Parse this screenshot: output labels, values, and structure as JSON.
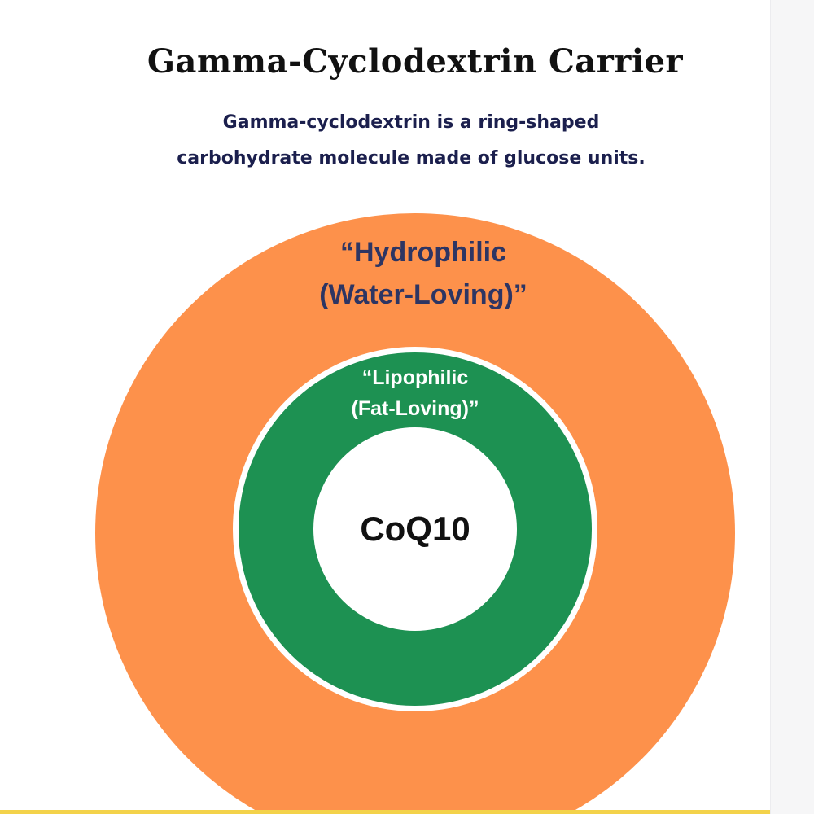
{
  "header": {
    "title": "Gamma-Cyclodextrin Carrier",
    "subtitle_line1": "Gamma-cyclodextrin is a ring-shaped",
    "subtitle_line2": "carbohydrate molecule made of glucose units."
  },
  "diagram": {
    "outer_ring": {
      "label_line1": "“Hydrophilic",
      "label_line2": "(Water-Loving)”",
      "color": "#fd914b"
    },
    "middle_ring": {
      "label_line1": "“Lipophilic",
      "label_line2": "(Fat-Loving)”",
      "color": "#1d9152"
    },
    "core": {
      "label": "CoQ10",
      "color": "#ffffff"
    }
  },
  "colors": {
    "title": "#111111",
    "subtitle": "#1b1f4d",
    "outer_label": "#2d3563",
    "accent_line": "#f3d24a"
  }
}
